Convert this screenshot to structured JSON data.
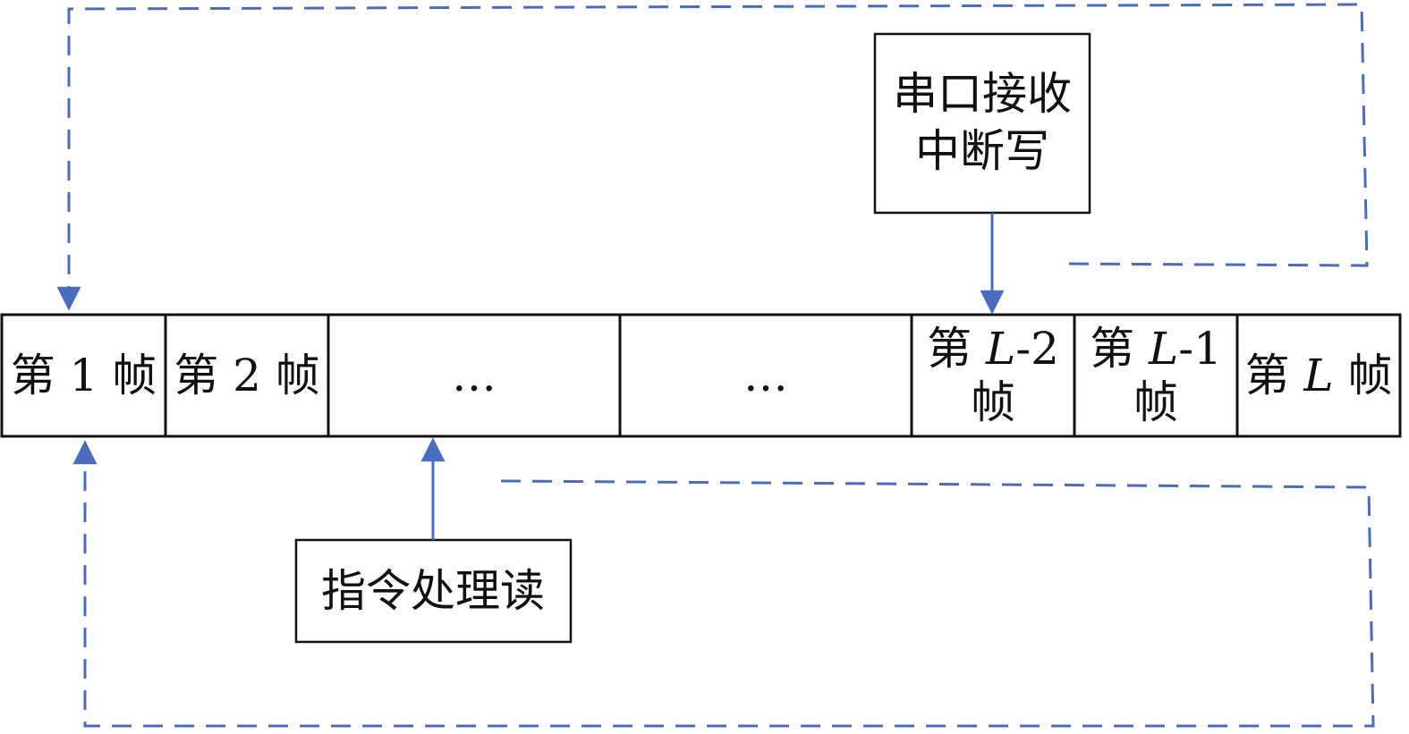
{
  "buffer": {
    "cells": [
      {
        "lines": [
          [
            "第 1 帧"
          ]
        ]
      },
      {
        "lines": [
          [
            "第 2 帧"
          ]
        ]
      },
      {
        "lines": [
          [
            "…"
          ]
        ]
      },
      {
        "lines": [
          [
            "…"
          ]
        ]
      },
      {
        "lines": [
          [
            "第 ",
            "L",
            "-2"
          ],
          [
            "帧"
          ]
        ]
      },
      {
        "lines": [
          [
            "第 ",
            "L",
            "-1"
          ],
          [
            "帧"
          ]
        ]
      },
      {
        "lines": [
          [
            "第 ",
            "L",
            " 帧"
          ]
        ]
      }
    ]
  },
  "write_box": {
    "line1": "串口接收",
    "line2": "中断写"
  },
  "read_box": {
    "label": "指令处理读"
  },
  "colors": {
    "line": "#111111",
    "arrow": "#4a6cbf"
  }
}
